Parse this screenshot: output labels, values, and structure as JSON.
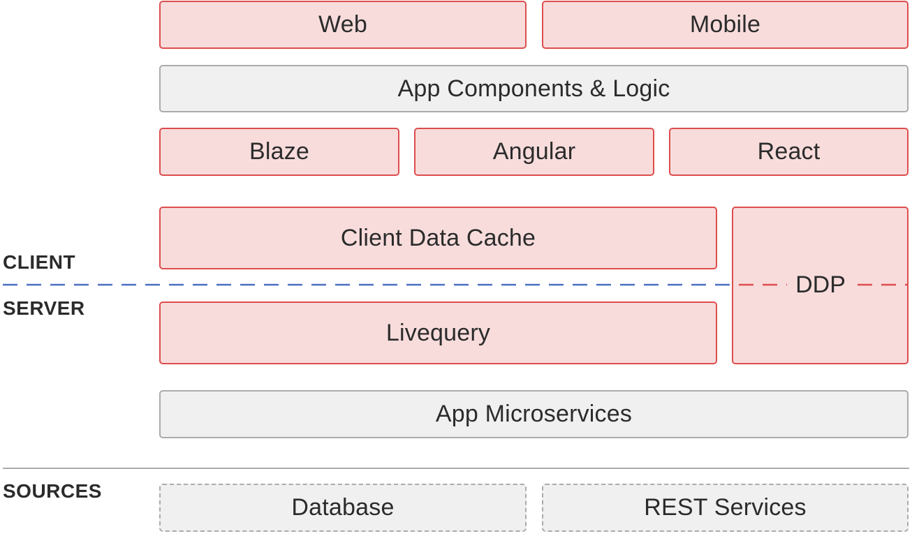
{
  "layers": {
    "web": "Web",
    "mobile": "Mobile",
    "app_components": "App Components & Logic",
    "blaze": "Blaze",
    "angular": "Angular",
    "react": "React",
    "client_data_cache": "Client Data Cache",
    "ddp": "DDP",
    "livequery": "Livequery",
    "app_microservices": "App Microservices",
    "database": "Database",
    "rest_services": "REST Services"
  },
  "side_labels": {
    "client": "CLIENT",
    "server": "SERVER",
    "sources": "SOURCES"
  },
  "colors": {
    "red_fill": "#f8dcdc",
    "red_border": "#de4d4d",
    "gray_fill": "#f0f0f0",
    "gray_border": "#ababab",
    "client_server_divider": "#4a6fc1",
    "ddp_divider": "#de4d4d"
  }
}
